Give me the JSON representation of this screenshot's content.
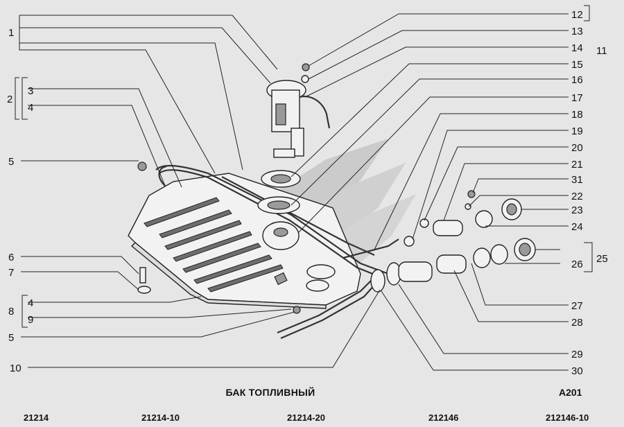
{
  "title": "БАК ТОПЛИВНЫЙ",
  "code": "A201",
  "models": [
    "21214",
    "21214-10",
    "21214-20",
    "212146",
    "212146-10"
  ],
  "callouts_left": [
    {
      "id": "l1",
      "label": "1"
    },
    {
      "id": "l2",
      "label": "2"
    },
    {
      "id": "l3",
      "label": "3"
    },
    {
      "id": "l4a",
      "label": "4"
    },
    {
      "id": "l5a",
      "label": "5"
    },
    {
      "id": "l6",
      "label": "6"
    },
    {
      "id": "l7",
      "label": "7"
    },
    {
      "id": "l8",
      "label": "8"
    },
    {
      "id": "l4b",
      "label": "4"
    },
    {
      "id": "l9",
      "label": "9"
    },
    {
      "id": "l5b",
      "label": "5"
    },
    {
      "id": "l10",
      "label": "10"
    }
  ],
  "callouts_right": [
    {
      "id": "r12",
      "label": "12"
    },
    {
      "id": "r13",
      "label": "13"
    },
    {
      "id": "r14",
      "label": "14"
    },
    {
      "id": "r11",
      "label": "11"
    },
    {
      "id": "r15",
      "label": "15"
    },
    {
      "id": "r16",
      "label": "16"
    },
    {
      "id": "r17",
      "label": "17"
    },
    {
      "id": "r18",
      "label": "18"
    },
    {
      "id": "r19",
      "label": "19"
    },
    {
      "id": "r20",
      "label": "20"
    },
    {
      "id": "r21",
      "label": "21"
    },
    {
      "id": "r31",
      "label": "31"
    },
    {
      "id": "r22",
      "label": "22"
    },
    {
      "id": "r23",
      "label": "23"
    },
    {
      "id": "r24",
      "label": "24"
    },
    {
      "id": "r25",
      "label": "25"
    },
    {
      "id": "r26",
      "label": "26"
    },
    {
      "id": "r27",
      "label": "27"
    },
    {
      "id": "r28",
      "label": "28"
    },
    {
      "id": "r29",
      "label": "29"
    },
    {
      "id": "r30",
      "label": "30"
    }
  ]
}
